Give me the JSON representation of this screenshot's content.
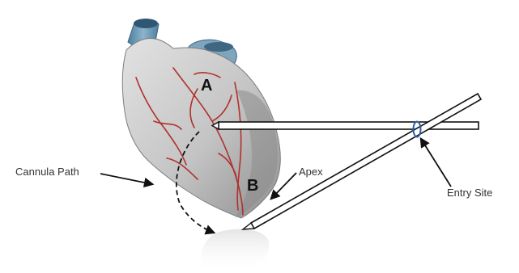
{
  "labels": {
    "a": "A",
    "b": "B",
    "cannula_path": "Cannula Path",
    "apex": "Apex",
    "entry_site": "Entry Site"
  },
  "colors": {
    "heart_fill": "#c9c9c9",
    "heart_shade": "#9e9e9e",
    "vessel": "#b0302c",
    "aorta": "#5f8fae",
    "ring": "#2f5fa8",
    "ink": "#111111",
    "label_text": "#333333"
  }
}
